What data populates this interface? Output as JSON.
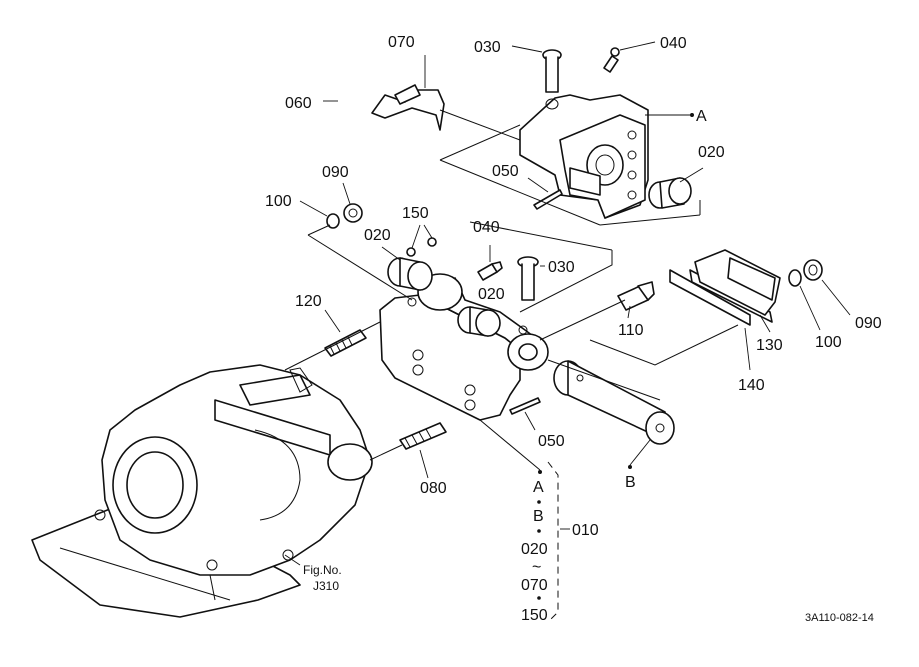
{
  "labels": {
    "p070": "070",
    "p060": "060",
    "p030_top": "030",
    "p040_top": "040",
    "pA_top": "A",
    "p050_top": "050",
    "p020_top": "020",
    "p090_left": "090",
    "p100_left": "100",
    "p150": "150",
    "p020_left": "020",
    "p040_mid": "040",
    "p030_mid": "030",
    "p020_mid": "020",
    "p120": "120",
    "p110": "110",
    "p130": "130",
    "p100_right": "100",
    "p090_right": "090",
    "p140": "140",
    "p050_mid": "050",
    "p080": "080",
    "pB": "B",
    "p010": "010"
  },
  "group_list": [
    "A",
    "B",
    "020",
    "~",
    "070",
    "150"
  ],
  "figure_ref": {
    "line1": "Fig.No.",
    "line2": "J310"
  },
  "drawing_code": "3A110-082-14"
}
